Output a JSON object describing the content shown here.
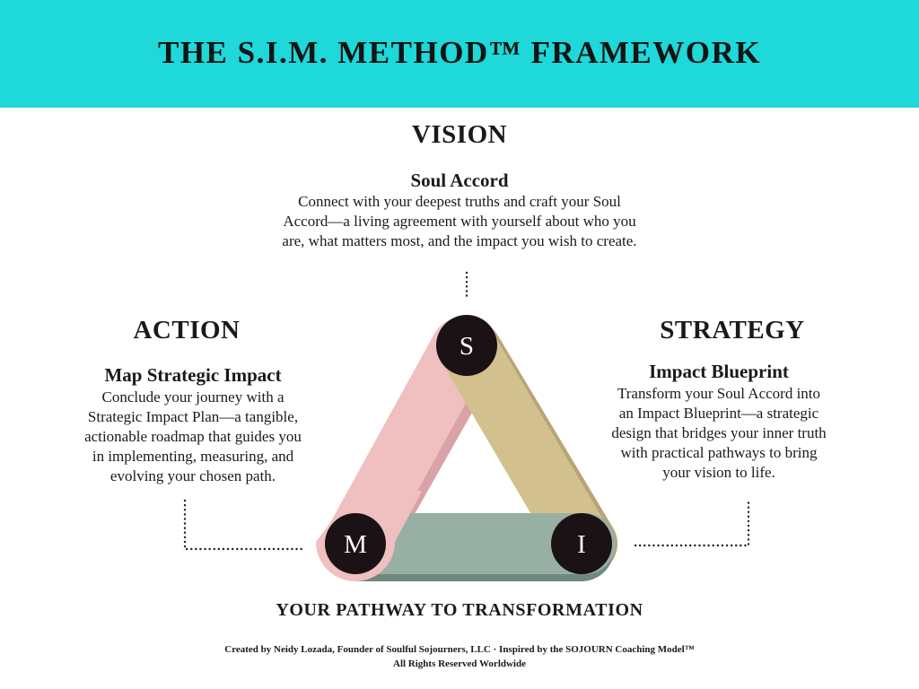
{
  "header": {
    "title": "THE S.I.M. METHOD™ FRAMEWORK"
  },
  "vision": {
    "heading": "VISION",
    "subtitle": "Soul Accord",
    "lines": [
      "Connect with your deepest truths and craft your Soul",
      "Accord—a living agreement with yourself about who you",
      "are, what matters most, and the impact you wish to create."
    ]
  },
  "action": {
    "heading": "ACTION",
    "subtitle": "Map Strategic Impact",
    "lines": [
      "Conclude your journey with a",
      "Strategic Impact Plan—a tangible,",
      "actionable roadmap that guides you",
      "in implementing, measuring, and",
      "evolving your chosen path."
    ]
  },
  "strategy": {
    "heading": "STRATEGY",
    "subtitle": "Impact Blueprint",
    "lines": [
      "Transform your Soul Accord into",
      "an Impact Blueprint—a strategic",
      "design that bridges your inner truth",
      "with practical pathways to bring",
      "your vision to life."
    ]
  },
  "nodes": {
    "s": "S",
    "i": "I",
    "m": "M"
  },
  "colors": {
    "banner": "#1ed8d9",
    "pink": "#f0bfc0",
    "tan": "#d2c08e",
    "sage": "#98b0a4",
    "node": "#1b1216"
  },
  "tagline": "YOUR PATHWAY TO TRANSFORMATION",
  "footer": {
    "line1": "Created by Neidy Lozada, Founder of Soulful Sojourners, LLC · Inspired by the SOJOURN Coaching Model™",
    "line2": "All Rights Reserved Worldwide"
  }
}
